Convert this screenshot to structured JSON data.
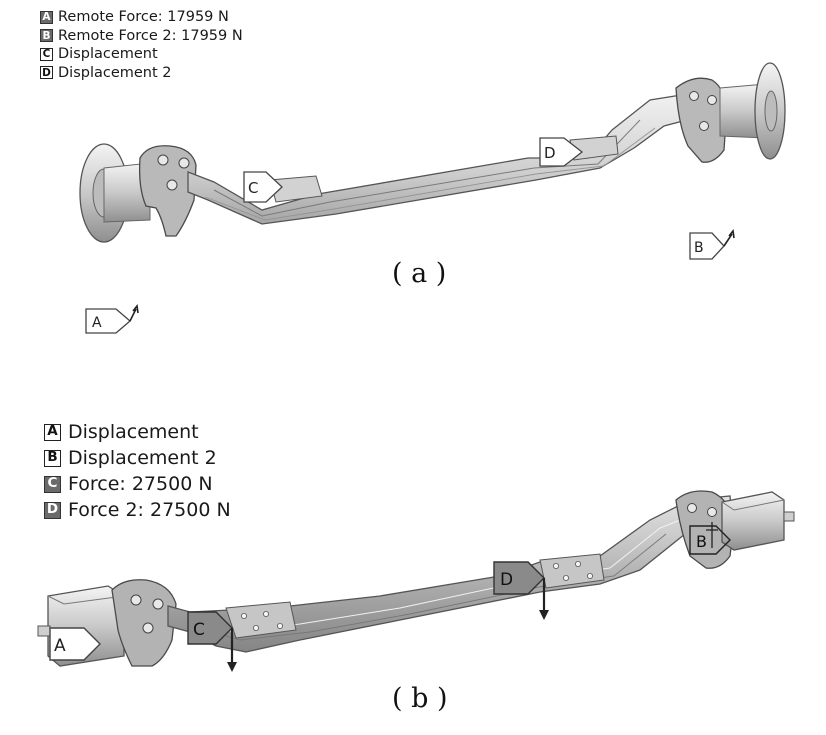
{
  "figure_a": {
    "legend": [
      {
        "letter": "A",
        "text": "Remote Force: 17959 N",
        "filled": true
      },
      {
        "letter": "B",
        "text": "Remote Force 2: 17959 N",
        "filled": true
      },
      {
        "letter": "C",
        "text": "Displacement",
        "filled": false
      },
      {
        "letter": "D",
        "text": "Displacement 2",
        "filled": false
      }
    ],
    "tags": {
      "a": "A",
      "b": "B",
      "c": "C",
      "d": "D"
    },
    "caption": "( a )"
  },
  "figure_b": {
    "legend": [
      {
        "letter": "A",
        "text": "Displacement",
        "filled": false
      },
      {
        "letter": "B",
        "text": "Displacement 2",
        "filled": false
      },
      {
        "letter": "C",
        "text": "Force: 27500 N",
        "filled": true
      },
      {
        "letter": "D",
        "text": "Force 2: 27500 N",
        "filled": true
      }
    ],
    "tags": {
      "a": "A",
      "b": "B",
      "c": "C",
      "d": "D"
    },
    "caption": "( b )"
  },
  "colors": {
    "beam_fill": "#d8d8d8",
    "beam_edge": "#5a5a5a",
    "force_tag_fill": "#8a8a8a",
    "legend_filled_box": "#6a6a6a"
  }
}
